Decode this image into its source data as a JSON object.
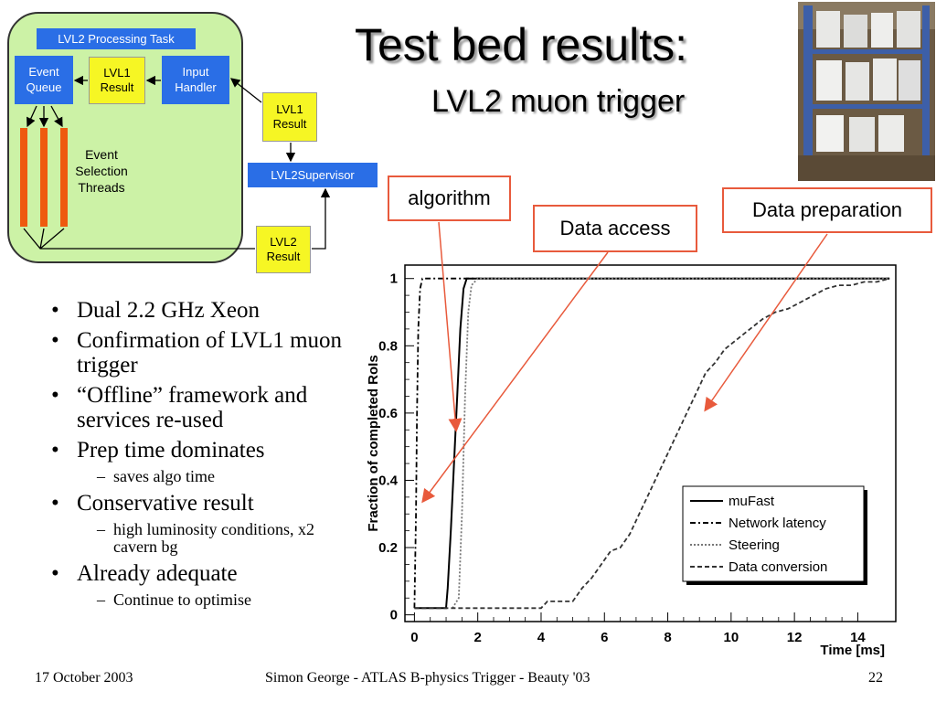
{
  "slide": {
    "title": "Test bed results:",
    "subtitle": "LVL2 muon trigger"
  },
  "diagram": {
    "task_title": "LVL2 Processing Task",
    "event_queue": "Event\nQueue",
    "lvl1_result_inner": "LVL1\nResult",
    "input_handler": "Input\nHandler",
    "lvl1_result_outer": "LVL1\nResult",
    "supervisor": "LVL2Supervisor",
    "lvl2_result": "LVL2\nResult",
    "threads_label": "Event\nSelection\nThreads",
    "colors": {
      "task_bg": "#ccf2a6",
      "blue": "#2a6ee6",
      "yellow": "#f6f624",
      "thread": "#ee5a10"
    }
  },
  "bullets": [
    {
      "level": 1,
      "text": "Dual 2.2 GHz Xeon"
    },
    {
      "level": 1,
      "text": "Confirmation of LVL1 muon trigger"
    },
    {
      "level": 1,
      "text": "“Offline” framework and services re-used"
    },
    {
      "level": 1,
      "text": "Prep time dominates"
    },
    {
      "level": 2,
      "text": "saves algo time"
    },
    {
      "level": 1,
      "text": "Conservative result"
    },
    {
      "level": 2,
      "text": "high luminosity conditions, x2 cavern bg"
    },
    {
      "level": 1,
      "text": "Already adequate"
    },
    {
      "level": 2,
      "text": "Continue to optimise"
    }
  ],
  "callouts": {
    "algorithm": "algorithm",
    "data_access": "Data access",
    "data_preparation": "Data preparation",
    "color": "#e85a3c"
  },
  "footer": {
    "date": "17 October 2003",
    "center": "Simon George - ATLAS B-physics Trigger - Beauty '03",
    "page": "22"
  },
  "chart_data": {
    "type": "line",
    "xlabel": "Time [ms]",
    "ylabel": "Fraction of completed RoIs",
    "xlim": [
      -0.3,
      15.2
    ],
    "ylim": [
      -0.02,
      1.04
    ],
    "xticks": [
      0,
      2,
      4,
      6,
      8,
      10,
      12,
      14
    ],
    "yticks": [
      0,
      0.2,
      0.4,
      0.6,
      0.8,
      1
    ],
    "grid": false,
    "legend_position": "bottom-right",
    "series": [
      {
        "name": "muFast",
        "style": "solid",
        "x": [
          0,
          1.0,
          1.05,
          1.15,
          1.25,
          1.35,
          1.45,
          1.55,
          1.65,
          3,
          15
        ],
        "y": [
          0.02,
          0.02,
          0.08,
          0.25,
          0.45,
          0.65,
          0.85,
          0.97,
          1.0,
          1.0,
          1.0
        ]
      },
      {
        "name": "Network latency",
        "style": "dashdot",
        "x": [
          0,
          0.05,
          0.08,
          0.12,
          0.18,
          0.25,
          0.35,
          0.45,
          15
        ],
        "y": [
          0.02,
          0.3,
          0.6,
          0.85,
          0.97,
          1.0,
          1.0,
          1.0,
          1.0
        ]
      },
      {
        "name": "Steering",
        "style": "dotted",
        "x": [
          1.2,
          1.4,
          1.5,
          1.6,
          1.7,
          1.8,
          2.0,
          15
        ],
        "y": [
          0.02,
          0.05,
          0.3,
          0.65,
          0.9,
          0.98,
          1.0,
          1.0
        ]
      },
      {
        "name": "Data conversion",
        "style": "dashed",
        "x": [
          0,
          4,
          4.2,
          5,
          5.3,
          5.6,
          5.9,
          6.2,
          6.5,
          6.8,
          7.0,
          7.2,
          7.4,
          7.6,
          7.8,
          8.0,
          8.2,
          8.4,
          8.6,
          8.8,
          9.0,
          9.2,
          9.5,
          9.8,
          10.2,
          10.6,
          11.0,
          11.4,
          11.8,
          12.2,
          12.6,
          13.0,
          13.4,
          13.8,
          14.2,
          14.6,
          15
        ],
        "y": [
          0.02,
          0.02,
          0.04,
          0.04,
          0.08,
          0.11,
          0.15,
          0.19,
          0.2,
          0.24,
          0.28,
          0.32,
          0.36,
          0.4,
          0.44,
          0.48,
          0.52,
          0.56,
          0.6,
          0.64,
          0.68,
          0.72,
          0.75,
          0.79,
          0.82,
          0.85,
          0.88,
          0.9,
          0.91,
          0.93,
          0.95,
          0.97,
          0.98,
          0.98,
          0.99,
          0.99,
          1.0
        ]
      }
    ]
  }
}
